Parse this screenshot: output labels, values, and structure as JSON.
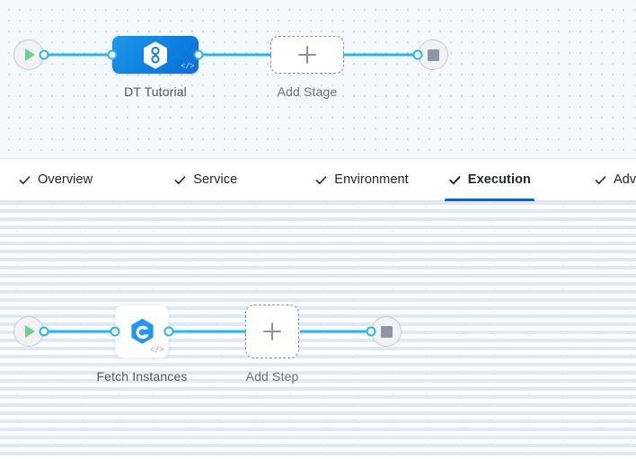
{
  "theme": {
    "link_color": "#29b6f0",
    "stage_node_color": "#0f7fe0",
    "active_tab_color": "#0a66c2",
    "play_color": "#6bd08a",
    "stop_color": "#9094a6",
    "step_icon_color": "#2196f3",
    "placeholder_border": "#8c8fa6",
    "stage_canvas_bg": "#f3f9fc",
    "step_canvas_bg": "#ffffff"
  },
  "stage_canvas": {
    "name": "pipeline-stage-graph",
    "start_node": {
      "icon": "play-icon",
      "label": ""
    },
    "end_node": {
      "icon": "stop-icon",
      "label": ""
    },
    "stages": [
      {
        "label": "DT Tutorial",
        "icon": "harness-hexagon-icon",
        "badge_icon": "code-icon",
        "badge_text": "</>",
        "selected": true
      }
    ],
    "add_placeholder": {
      "label": "Add Stage",
      "icon": "plus-icon"
    }
  },
  "tabbar": {
    "name": "stage-config-tabs",
    "tabs": [
      {
        "label": "Overview",
        "icon": "check-icon",
        "active": false
      },
      {
        "label": "Service",
        "icon": "check-icon",
        "active": false
      },
      {
        "label": "Environment",
        "icon": "check-icon",
        "active": false
      },
      {
        "label": "Execution",
        "icon": "check-icon",
        "active": true
      },
      {
        "label": "Advanced",
        "icon": "check-icon",
        "active": false
      }
    ]
  },
  "step_canvas": {
    "name": "execution-step-graph",
    "start_node": {
      "icon": "play-icon",
      "label": ""
    },
    "end_node": {
      "icon": "stop-icon",
      "label": ""
    },
    "steps": [
      {
        "label": "Fetch Instances",
        "icon": "fetch-instances-hexagon-icon",
        "badge_icon": "code-icon",
        "badge_text": "</>"
      }
    ],
    "add_placeholder": {
      "label": "Add Step",
      "icon": "plus-icon"
    }
  }
}
